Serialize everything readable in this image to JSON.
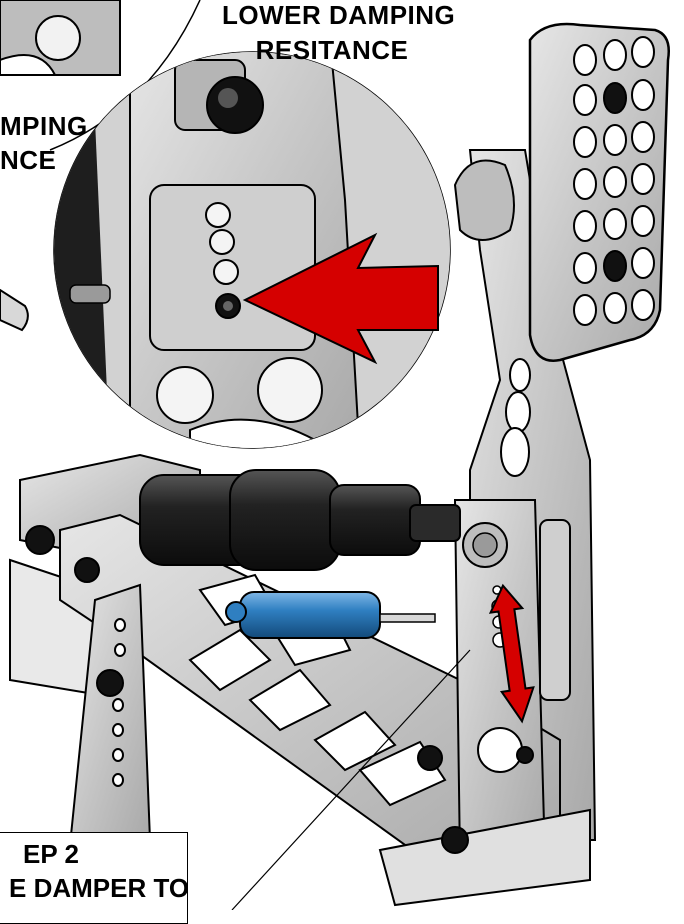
{
  "labels": {
    "lower_line1": "LOWER DAMPING",
    "lower_line2": "RESITANCE",
    "left_line1": "MPING",
    "left_line2": "NCE"
  },
  "step_box": {
    "line1": "EP 2",
    "line2": "E DAMPER TO"
  },
  "colors": {
    "arrow_red": "#d50000",
    "damper_blue": "#2f7fc1",
    "damper_black": "#1a1a1a",
    "metal": "#c9c9c9",
    "metal_dark": "#9a9a9a"
  },
  "icons": {
    "indicator_arrow": "big-red-arrow-icon",
    "adjust_arrow": "red-double-arrow-icon"
  }
}
